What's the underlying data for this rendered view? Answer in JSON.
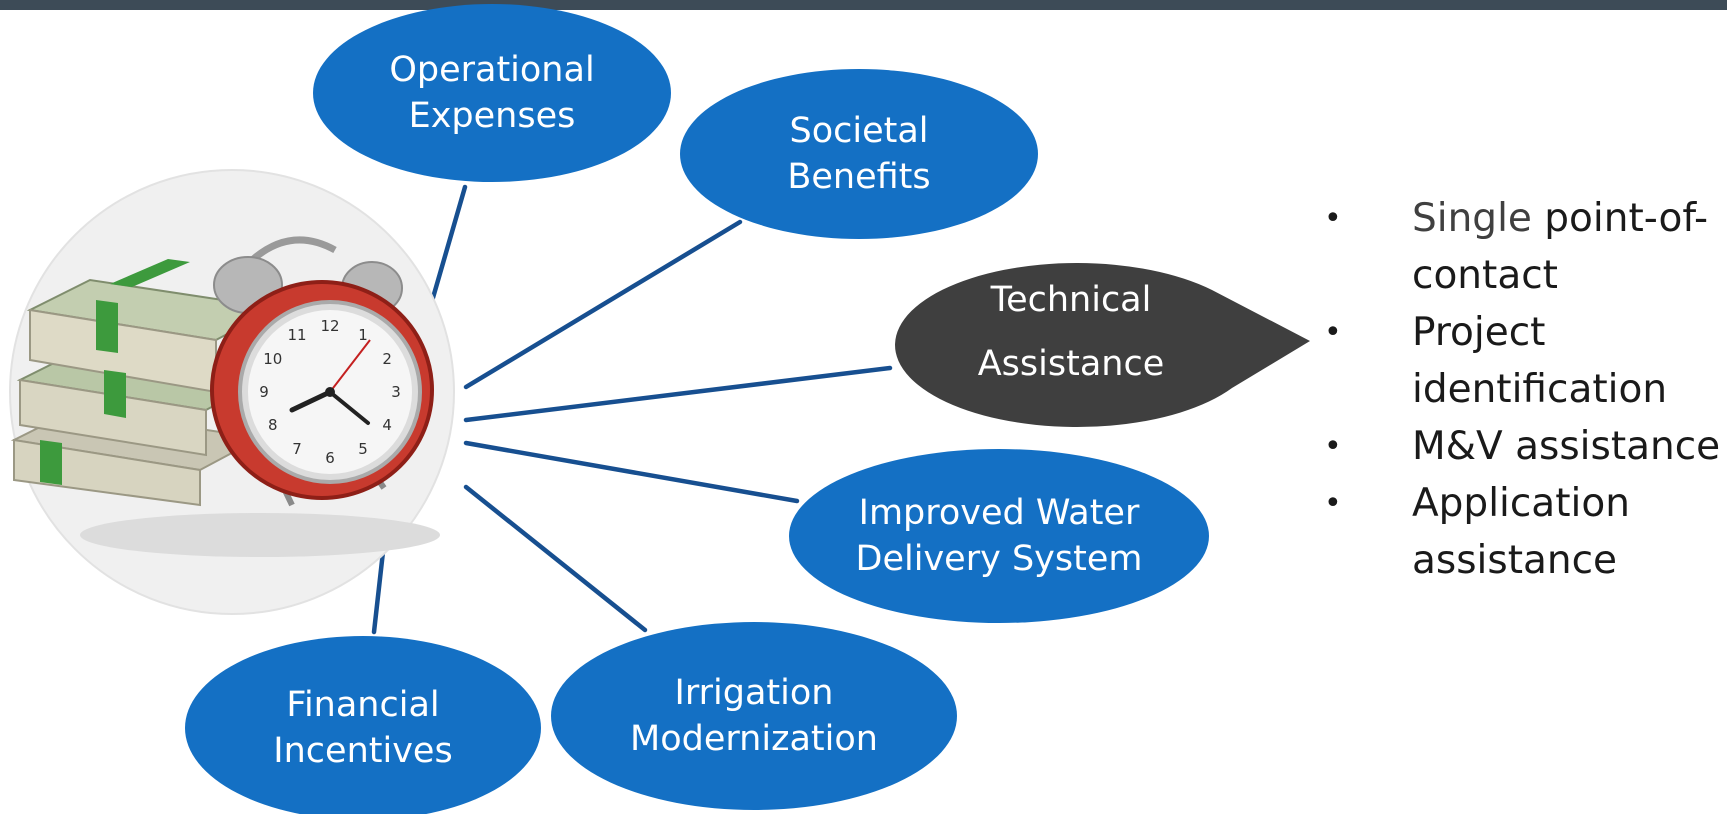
{
  "colors": {
    "bubble_blue": "#1470c4",
    "bubble_dark": "#3f3f3f",
    "connector": "#174f90",
    "top_bar": "#3d4b57"
  },
  "center_image": {
    "icon": "alarm-clock-with-money-icon",
    "clock_numerals": [
      "12",
      "1",
      "2",
      "3",
      "4",
      "5",
      "6",
      "7",
      "8",
      "9",
      "10",
      "11"
    ]
  },
  "nodes": {
    "operational_expenses": [
      "Operational",
      "Expenses"
    ],
    "societal_benefits": [
      "Societal",
      "Benefits"
    ],
    "technical_assistance": [
      "Technical",
      "Assistance"
    ],
    "improved_water_delivery": [
      "Improved Water",
      "Delivery System"
    ],
    "irrigation_modernization": [
      "Irrigation",
      "Modernization"
    ],
    "financial_incentives": [
      "Financial",
      "Incentives"
    ]
  },
  "technical_assistance_details": [
    {
      "lead": "Single",
      "rest": " point-of-contact"
    },
    {
      "lead": "",
      "rest": "Project identification"
    },
    {
      "lead": "",
      "rest": "M&V assistance"
    },
    {
      "lead": "",
      "rest": "Application assistance"
    }
  ]
}
